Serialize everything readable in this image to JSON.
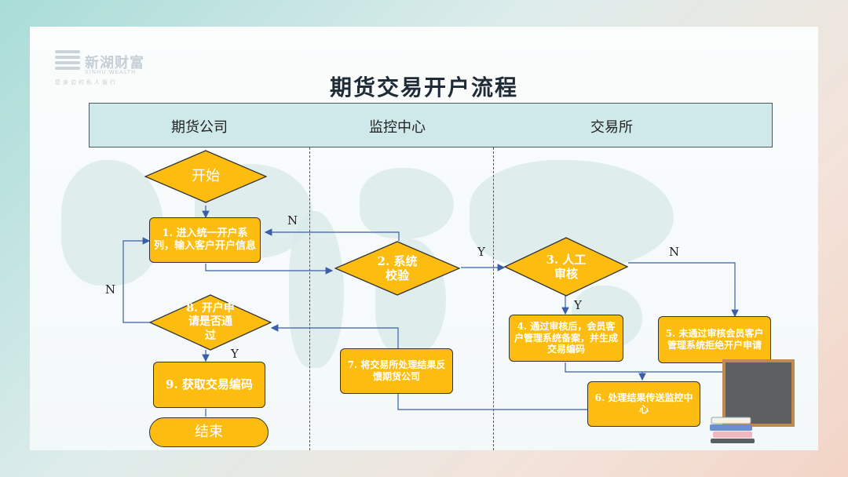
{
  "logo": {
    "name": "新湖财富",
    "english": "XINHU WEALTH",
    "tagline": "您身边的私人银行"
  },
  "title": "期货交易开户流程",
  "lanes": [
    "期货公司",
    "监控中心",
    "交易所"
  ],
  "nodes": {
    "start": "开始",
    "step1": "1. 进入统一开户系列，输入客户开户信息",
    "step2": "2. 系统校验",
    "step3": "3. 人工审核",
    "step4": "4. 通过审核后，会员客户管理系统备案，并生成交易编码",
    "step5": "5. 未通过审核会员客户管理系统拒绝开户申请",
    "step6": "6. 处理结果传送监控中心",
    "step7": "7. 将交易所处理结果反馈期货公司",
    "step8": "8. 开户申请是否通过",
    "step9": "9. 获取交易编码",
    "end": "结束"
  },
  "labels": {
    "n_step2": "N",
    "y_step2": "Y",
    "n_step3": "N",
    "y_step3": "Y",
    "n_step8": "N",
    "y_step8": "Y"
  },
  "colors": {
    "node_fill": "#fdbd10",
    "header_fill": "#cfe9ea",
    "text_on_node": "#ffffff"
  }
}
